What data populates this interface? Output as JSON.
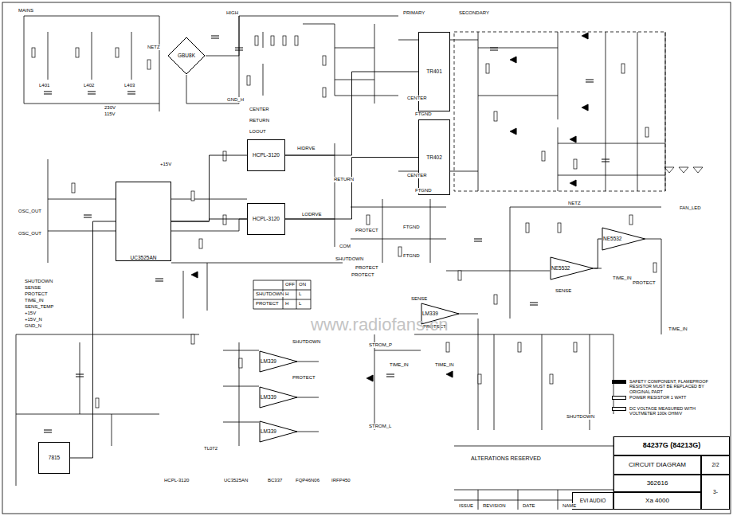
{
  "diagram": {
    "nodes": [
      {
        "text": [
          "UC3525AN"
        ]
      },
      {
        "text": [
          "HCPL-3120"
        ]
      },
      {
        "text": [
          "HCPL-3120"
        ]
      },
      {
        "text": [
          "GBU8K"
        ]
      },
      {
        "text": [
          "7815"
        ]
      },
      {
        "text": [
          "LM339"
        ]
      },
      {
        "text": [
          "LM339"
        ]
      },
      {
        "text": [
          "LM339"
        ]
      },
      {
        "text": [
          "LM339"
        ]
      },
      {
        "text": [
          "NE5532"
        ]
      },
      {
        "text": [
          "NE5532"
        ]
      },
      {
        "text": [
          "TR401"
        ]
      },
      {
        "text": [
          "TR402"
        ]
      },
      {
        "text": [
          "84237G (84213G)"
        ]
      },
      {
        "text": [
          "CIRCUIT DIAGRAM"
        ]
      },
      {
        "text": [
          "2/2"
        ]
      },
      {
        "text": [
          "362616"
        ]
      },
      {
        "text": [
          "3-"
        ]
      },
      {
        "text": [
          "EVI AUDIO"
        ]
      },
      {
        "text": [
          "Xa 4000"
        ]
      }
    ],
    "edges": [
      {
        "from": 0,
        "to": 1,
        "arrow": "none"
      },
      {
        "from": 0,
        "to": 2,
        "arrow": "none"
      },
      {
        "from": 1,
        "to": 11,
        "arrow": "none"
      },
      {
        "from": 2,
        "to": 12,
        "arrow": "none"
      },
      {
        "from": 9,
        "to": 10,
        "arrow": "none"
      },
      {
        "from": 4,
        "to": 0,
        "arrow": "none"
      }
    ],
    "labels": [
      "MAINS",
      "L401",
      "L402",
      "L403",
      "NETZ",
      "HIGH",
      "CENTER",
      "RETURN",
      "LOOUT",
      "GND_H",
      "PRIMARY",
      "SECONDARY",
      "FTGND",
      "FTGND",
      "CENTER",
      "CENTER",
      "HIDRVE",
      "RETURN",
      "LODRVE",
      "COM",
      "SHUTDOWN",
      "PROTECT",
      "SHUTDOWN",
      "PROTECT",
      "PROTECT",
      "PROTECT",
      "FTGND",
      "FTGND",
      "SENSE",
      "NETZ",
      "SENSE",
      "TIME_IN",
      "PROTECT",
      "TIME_IN",
      "TIME_IN",
      "TIME_IN",
      "STROM_P",
      "STROM_L",
      "PROTECT",
      "SHUTDOWN",
      "FAN_LED",
      "SHUTDOWN",
      "SENSE",
      "PROTECT",
      "TIME_IN",
      "SENS_TEMP",
      "+15V",
      "+15V_N",
      "GND_N",
      "OSC_OUT",
      "OSC_OUT",
      "+15V",
      "www.radiofans.cn",
      "ALTERATIONS RESERVED",
      "OFF",
      "ON",
      "SHUTDOWN",
      "H",
      "L",
      "PROTECT",
      "H",
      "L",
      "HCPL-3120",
      "TL072",
      "UC3525AN",
      "BC337",
      "FQP46N06",
      "IRFP450",
      "ISSUE",
      "REVISION",
      "DATE",
      "NAME",
      "230V",
      "115V"
    ],
    "legend": [
      {
        "text": "SAFETY COMPONENT, FLAMEPROOF RESISTOR MUST BE REPLACED BY ORIGINAL PART"
      },
      {
        "text": "POWER RESISTOR 1 WATT"
      },
      {
        "text": "DC VOLTAGE MEASURED WITH VOLTMETER 100k OHM/V"
      }
    ]
  }
}
